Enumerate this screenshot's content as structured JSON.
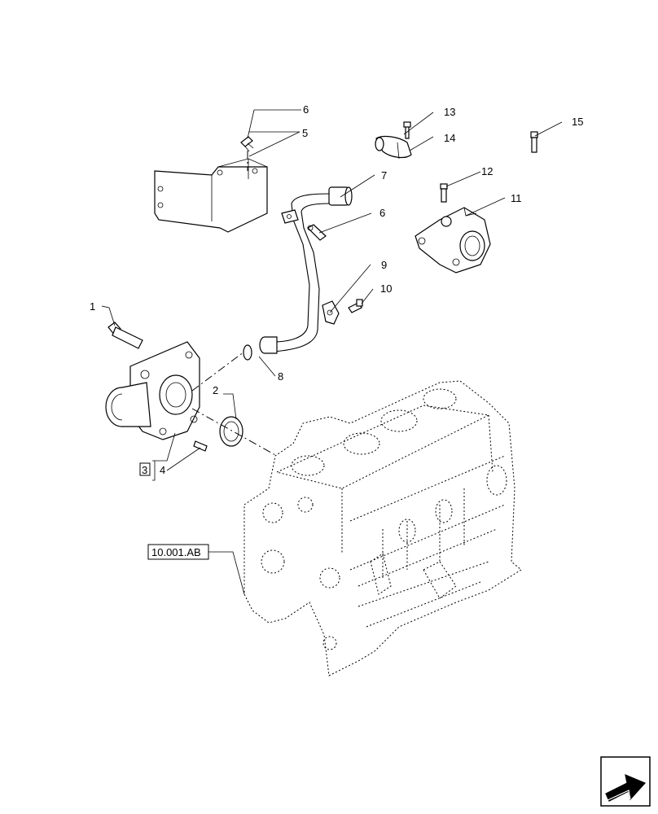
{
  "callouts": {
    "c1": "1",
    "c2": "2",
    "c3": "3",
    "c4": "4",
    "c5": "5",
    "c6a": "6",
    "c6b": "6",
    "c7": "7",
    "c8": "8",
    "c9": "9",
    "c10": "10",
    "c11": "11",
    "c12": "12",
    "c13": "13",
    "c14": "14",
    "c15": "15"
  },
  "reference": {
    "label": "10.001.AB"
  },
  "nav_icon": "next-page-arrow-icon"
}
